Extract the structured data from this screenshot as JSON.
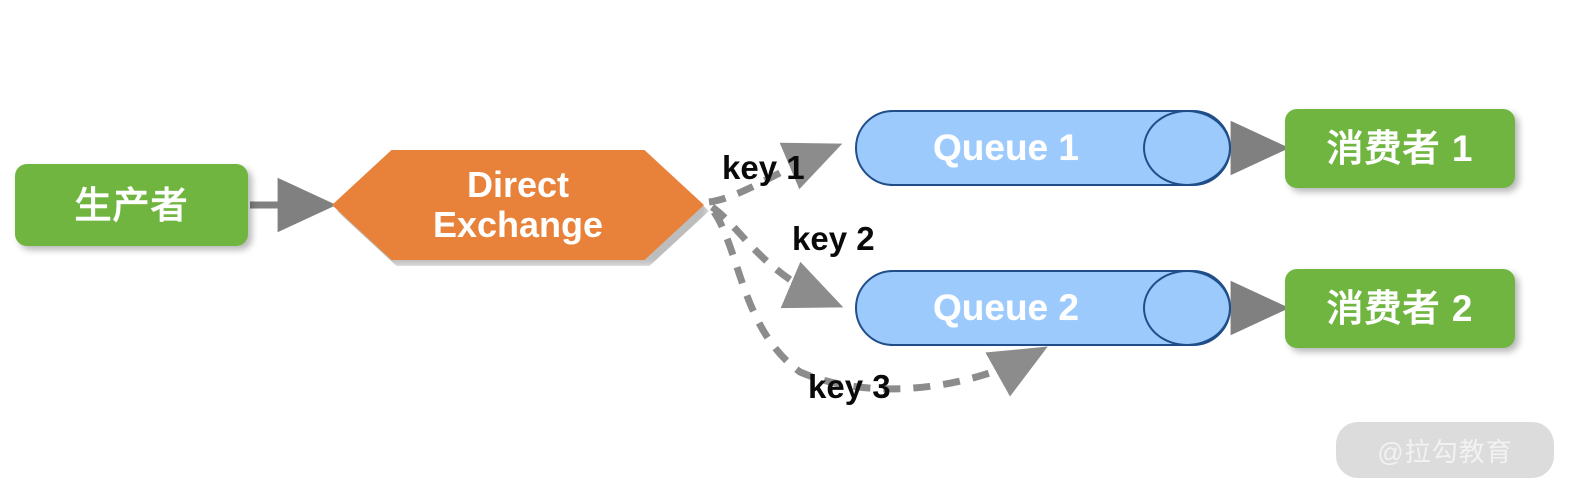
{
  "diagram": {
    "title": "RabbitMQ Direct Exchange routing diagram",
    "colors": {
      "green": "#6FB53F",
      "orange": "#E8823A",
      "queue_fill": "#9CCAFC",
      "queue_stroke": "#1F4E89",
      "arrow_gray": "#808080",
      "dashed_gray": "#8C8C8C",
      "text_white": "#FFFFFF",
      "text_black": "#0A0A0A",
      "watermark_pill": "#DCDCDC",
      "watermark_text": "#F2F2F2"
    },
    "producer": {
      "label": "生产者"
    },
    "exchange": {
      "label": "Direct\nExchange",
      "line1": "Direct",
      "line2": "Exchange"
    },
    "queues": [
      {
        "label": "Queue 1"
      },
      {
        "label": "Queue 2"
      }
    ],
    "consumers": [
      {
        "label": "消费者 1"
      },
      {
        "label": "消费者 2"
      }
    ],
    "routing_keys": [
      {
        "label": "key 1",
        "from": "exchange",
        "to": "Queue 1"
      },
      {
        "label": "key 2",
        "from": "exchange",
        "to": "Queue 2"
      },
      {
        "label": "key 3",
        "from": "exchange",
        "to": "Queue 2"
      }
    ],
    "watermark": {
      "label": "@拉勾教育"
    }
  }
}
